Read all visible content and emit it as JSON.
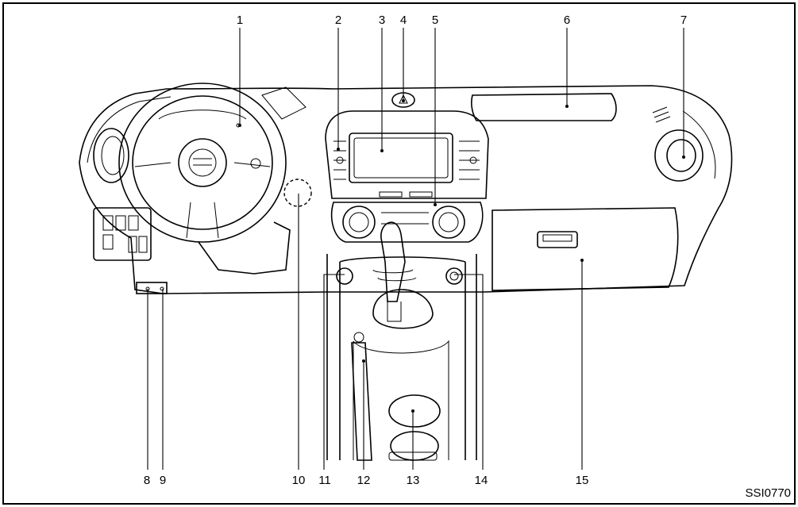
{
  "diagram": {
    "callouts": [
      {
        "number": "1"
      },
      {
        "number": "2"
      },
      {
        "number": "3"
      },
      {
        "number": "4"
      },
      {
        "number": "5"
      },
      {
        "number": "6"
      },
      {
        "number": "7"
      },
      {
        "number": "8"
      },
      {
        "number": "9"
      },
      {
        "number": "10"
      },
      {
        "number": "11"
      },
      {
        "number": "12"
      },
      {
        "number": "13"
      },
      {
        "number": "14"
      },
      {
        "number": "15"
      }
    ],
    "figure_code": "SSI0770"
  }
}
